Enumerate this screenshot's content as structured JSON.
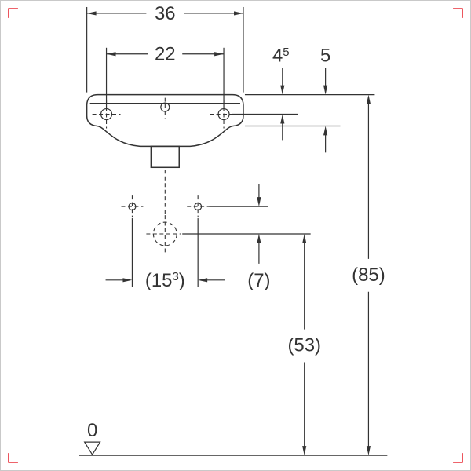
{
  "drawing": {
    "type": "washbasin-front-dimension-drawing",
    "dimensions": {
      "overall_width": "36",
      "tap_hole_spacing": "22",
      "rim_to_tap_whole": "4",
      "rim_to_tap_sup": "5",
      "apron_height": "5",
      "fixing_hole_spacing_open": "(15",
      "fixing_hole_spacing_sup": "3",
      "fixing_hole_spacing_close": ")",
      "fixing_to_drain": "(7)",
      "drain_height": "(53)",
      "overall_height": "(85)",
      "floor_level": "0"
    },
    "colors": {
      "line": "#333333",
      "crop_mark_red": "#e30613",
      "frame_border": "#c9c9c9",
      "background": "#ffffff"
    }
  }
}
